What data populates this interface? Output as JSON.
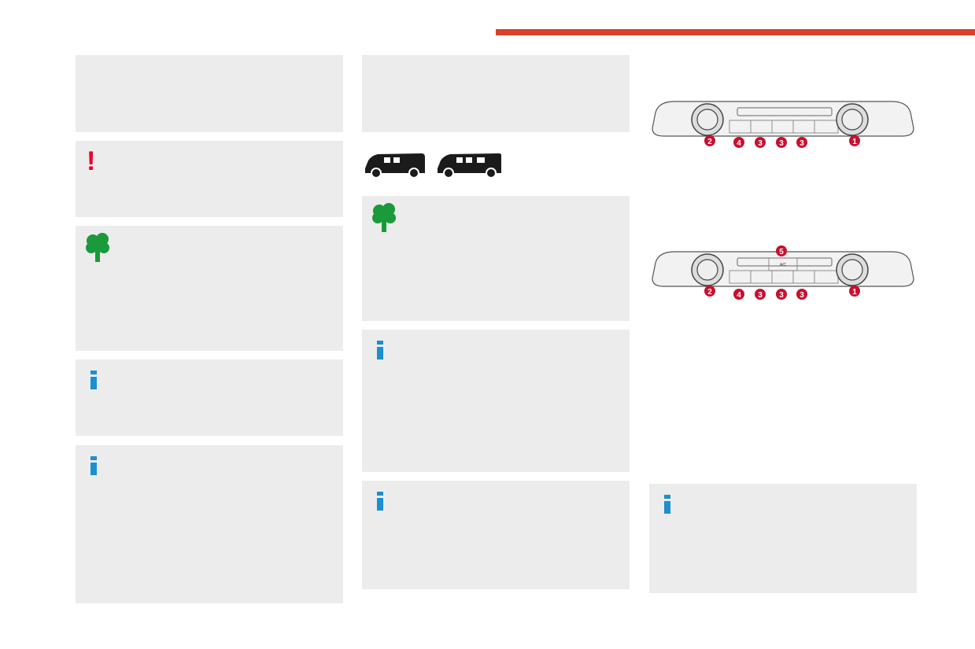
{
  "panel1": {
    "callouts": [
      "2",
      "4",
      "3",
      "3",
      "3",
      "1"
    ]
  },
  "panel2": {
    "callouts": [
      "2",
      "4",
      "3",
      "3",
      "3",
      "1",
      "5"
    ],
    "ac_label": "A/C"
  },
  "colors": {
    "accent_bar": "#d9412d",
    "warning": "#e4002b",
    "eco": "#1a9a3a",
    "info": "#1a8fd1",
    "callout": "#c8102e",
    "box_bg": "#ececec"
  },
  "icons": {
    "warning": "warning-exclamation-icon",
    "eco": "eco-tree-icon",
    "info": "info-icon",
    "vans": "van-silhouette-icon"
  }
}
